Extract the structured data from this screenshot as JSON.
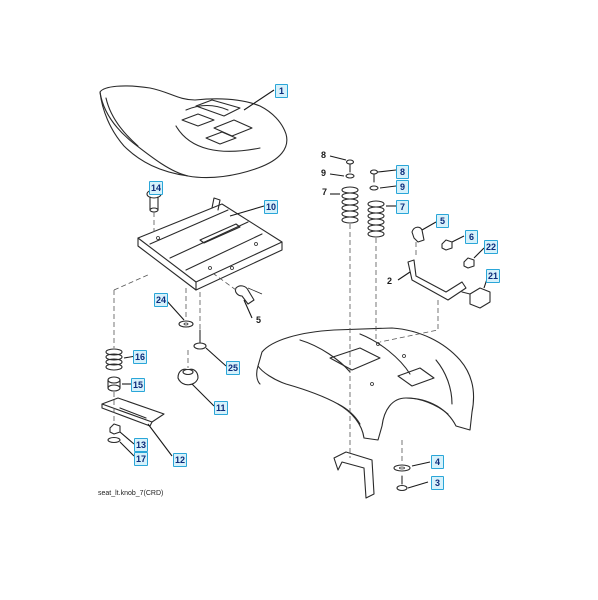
{
  "diagram": {
    "caption": "seat_lt.knob_7(CRD)",
    "callouts": [
      {
        "id": "c1",
        "label": "1"
      },
      {
        "id": "c14",
        "label": "14"
      },
      {
        "id": "c10",
        "label": "10"
      },
      {
        "id": "c24",
        "label": "24"
      },
      {
        "id": "c16",
        "label": "16"
      },
      {
        "id": "c15",
        "label": "15"
      },
      {
        "id": "c25",
        "label": "25"
      },
      {
        "id": "c11",
        "label": "11"
      },
      {
        "id": "c13",
        "label": "13"
      },
      {
        "id": "c17",
        "label": "17"
      },
      {
        "id": "c12",
        "label": "12"
      },
      {
        "id": "c8r",
        "label": "8"
      },
      {
        "id": "c9r",
        "label": "9"
      },
      {
        "id": "c7r",
        "label": "7"
      },
      {
        "id": "c5r",
        "label": "5"
      },
      {
        "id": "c6",
        "label": "6"
      },
      {
        "id": "c22",
        "label": "22"
      },
      {
        "id": "c21",
        "label": "21"
      },
      {
        "id": "c4",
        "label": "4"
      },
      {
        "id": "c3",
        "label": "3"
      }
    ],
    "plain_labels": [
      {
        "id": "p8",
        "label": "8"
      },
      {
        "id": "p9",
        "label": "9"
      },
      {
        "id": "p7",
        "label": "7"
      },
      {
        "id": "p5",
        "label": "5"
      },
      {
        "id": "p2",
        "label": "2"
      }
    ]
  }
}
